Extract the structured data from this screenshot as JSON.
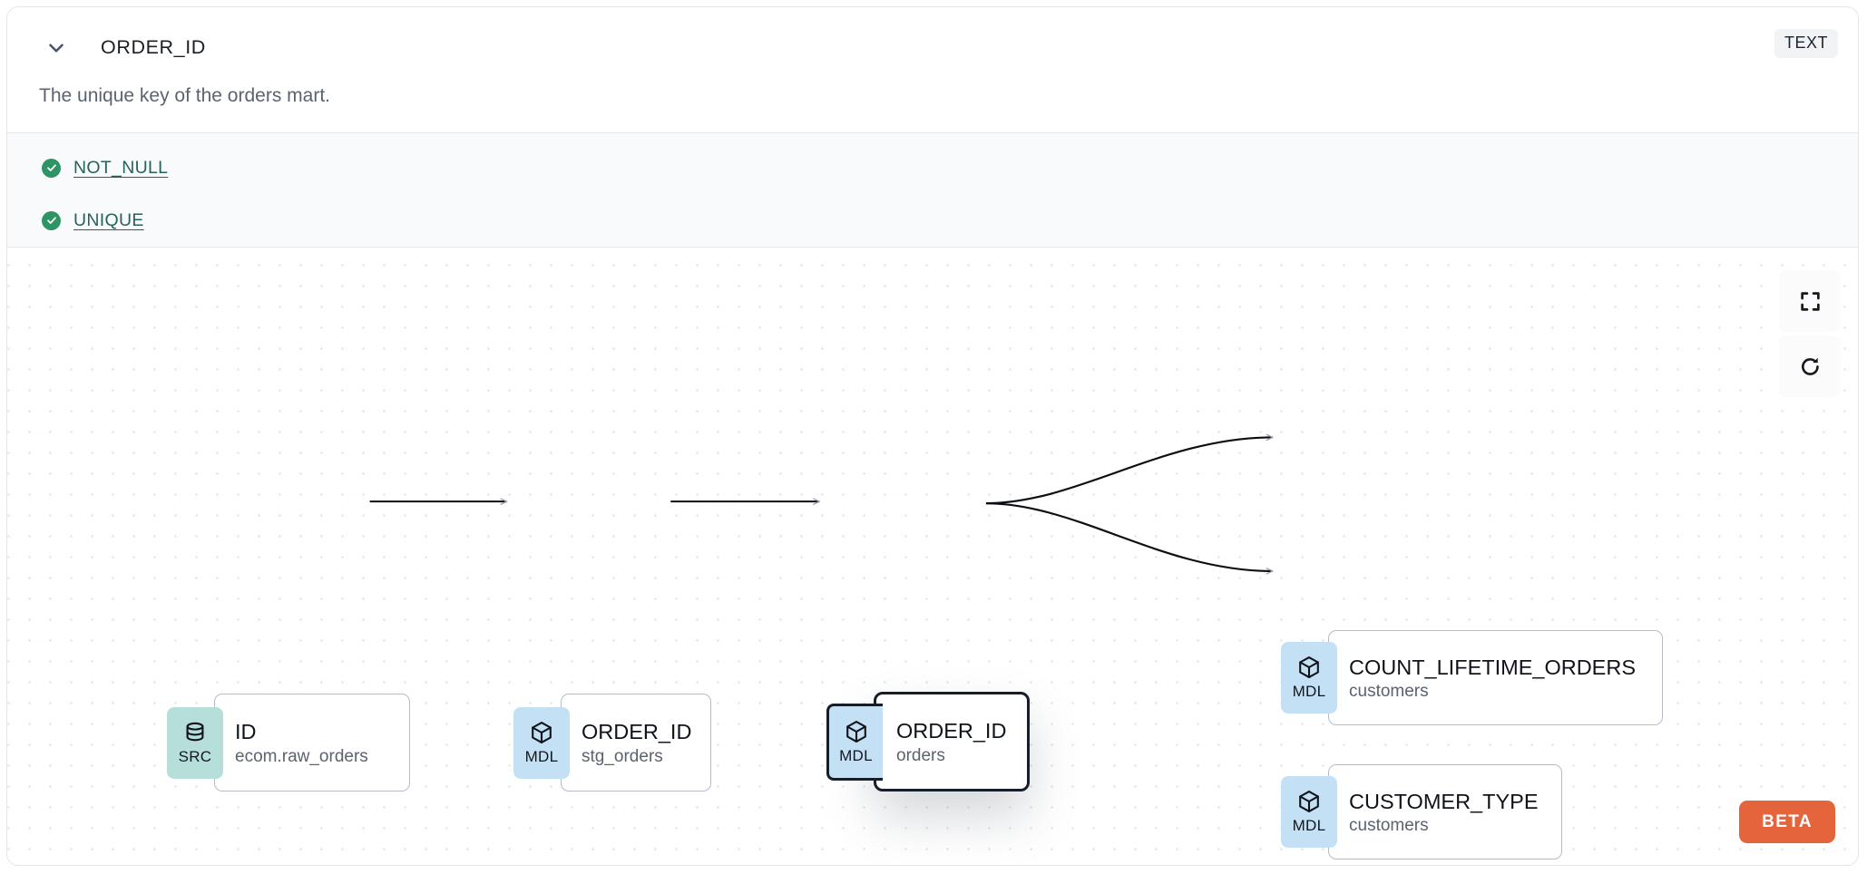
{
  "header": {
    "column_name": "ORDER_ID",
    "data_type_badge": "TEXT",
    "collapse_icon": "chevron-down-icon"
  },
  "description": "The unique key of the orders mart.",
  "tests": [
    {
      "label": "NOT_NULL",
      "status": "passed",
      "status_icon": "check-circle-icon"
    },
    {
      "label": "UNIQUE",
      "status": "passed",
      "status_icon": "check-circle-icon"
    }
  ],
  "lineage": {
    "nodes": [
      {
        "id": "src",
        "badge": "SRC",
        "badge_icon": "database-icon",
        "name": "ID",
        "parent": "ecom.raw_orders",
        "selected": false
      },
      {
        "id": "stg",
        "badge": "MDL",
        "badge_icon": "cube-icon",
        "name": "ORDER_ID",
        "parent": "stg_orders",
        "selected": false
      },
      {
        "id": "orders",
        "badge": "MDL",
        "badge_icon": "cube-icon",
        "name": "ORDER_ID",
        "parent": "orders",
        "selected": true
      },
      {
        "id": "count",
        "badge": "MDL",
        "badge_icon": "cube-icon",
        "name": "COUNT_LIFETIME_ORDERS",
        "parent": "customers",
        "selected": false
      },
      {
        "id": "ctype",
        "badge": "MDL",
        "badge_icon": "cube-icon",
        "name": "CUSTOMER_TYPE",
        "parent": "customers",
        "selected": false
      }
    ],
    "edges": [
      {
        "from": "src",
        "to": "stg"
      },
      {
        "from": "stg",
        "to": "orders"
      },
      {
        "from": "orders",
        "to": "count"
      },
      {
        "from": "orders",
        "to": "ctype"
      }
    ],
    "controls": [
      {
        "name": "fit-view-button",
        "icon": "fit-screen-icon"
      },
      {
        "name": "reset-button",
        "icon": "refresh-icon"
      }
    ],
    "beta_label": "BETA"
  },
  "colors": {
    "src_badge": "#b6dfda",
    "mdl_badge": "#c3e0f5",
    "test_pass": "#2e9464",
    "test_link": "#25635c",
    "beta": "#e4653c",
    "selected_border": "#161d2b"
  }
}
